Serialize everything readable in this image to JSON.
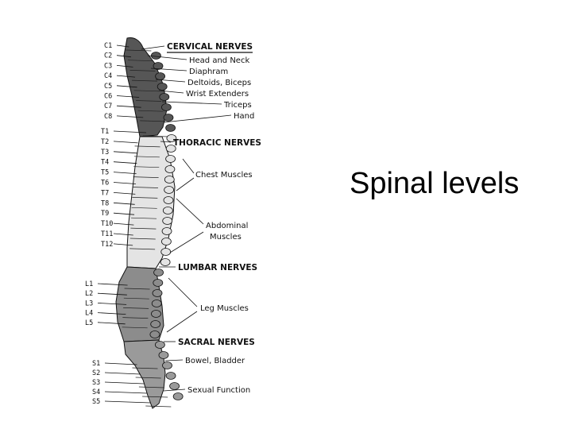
{
  "title": "Spinal levels",
  "colors": {
    "cervical": "#565656",
    "thoracic": "#e4e4e4",
    "lumbar": "#8c8c8c",
    "sacral": "#9a9a9a",
    "outline": "#111111"
  },
  "diagram": {
    "cervical": {
      "header": "CERVICAL NERVES",
      "levels": [
        "C1",
        "C2",
        "C3",
        "C4",
        "C5",
        "C6",
        "C7",
        "C8"
      ],
      "functions": [
        "Head and Neck",
        "Diaphram",
        "Deltoids, Biceps",
        "Wrist Extenders",
        "Triceps",
        "Hand"
      ]
    },
    "thoracic": {
      "header": "THORACIC NERVES",
      "levels": [
        "T1",
        "T2",
        "T3",
        "T4",
        "T5",
        "T6",
        "T7",
        "T8",
        "T9",
        "T10",
        "T11",
        "T12"
      ],
      "functions": [
        "Chest Muscles",
        "Abdominal",
        "Muscles"
      ]
    },
    "lumbar": {
      "header": "LUMBAR NERVES",
      "levels": [
        "L1",
        "L2",
        "L3",
        "L4",
        "L5"
      ],
      "functions": [
        "Leg Muscles"
      ]
    },
    "sacral": {
      "header": "SACRAL NERVES",
      "levels": [
        "S1",
        "S2",
        "S3",
        "S4",
        "S5"
      ],
      "functions": [
        "Bowel, Bladder",
        "Sexual Function"
      ]
    }
  }
}
